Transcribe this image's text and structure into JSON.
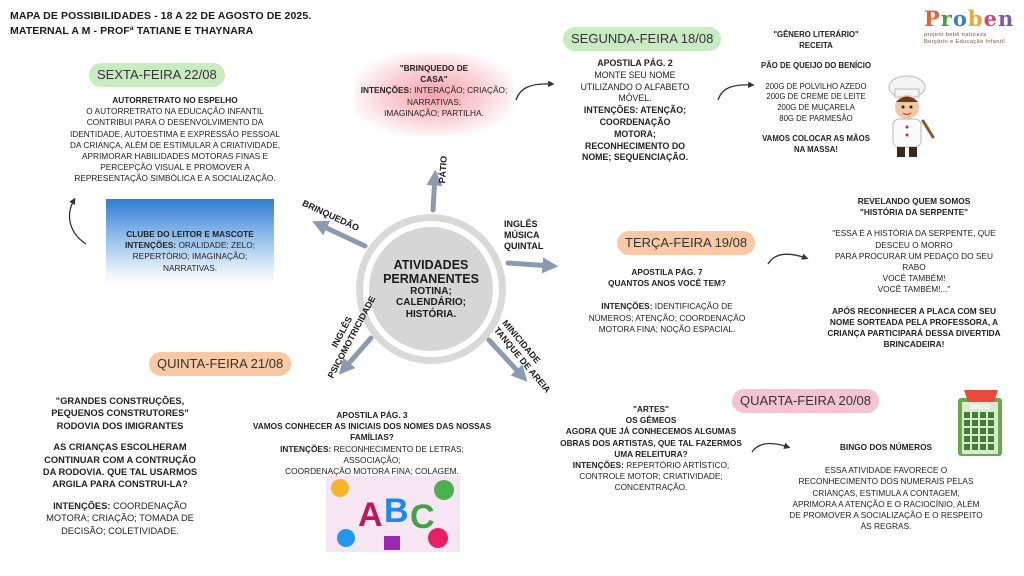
{
  "header": {
    "line1": "MAPA DE POSSIBILIDADES - 18 A 22 DE AGOSTO DE 2025.",
    "line2": "MATERNAL A M - PROFª TATIANE E THAYNARA"
  },
  "logo": {
    "name_parts": [
      "P",
      "r",
      "o",
      "b",
      "e",
      "n"
    ],
    "tagline1": "projeto bebê natureza",
    "tagline2": "Berçário e Educação Infantil",
    "colors": [
      "#e0643a",
      "#4a9a44",
      "#3b7fc4",
      "#e8a83a",
      "#d24b78",
      "#7f58a8"
    ]
  },
  "center": {
    "title1": "ATIVIDADES",
    "title2": "PERMANENTES",
    "sub1": "ROTINA;",
    "sub2": "CALENDÁRIO;",
    "sub3": "HISTÓRIA."
  },
  "spokes": {
    "patio": "PÁTIO",
    "brinquedao": "BRINQUEDÃO",
    "ingles_right1": "INGLÊS",
    "ingles_right2": "MÚSICA",
    "ingles_right3": "QUINTAL",
    "minicidade1": "MINICIDADE",
    "minicidade2": "TANQUE DE AREIA",
    "ingles_left1": "INGLÊS",
    "ingles_left2": "PSICOMOTRICIDADE"
  },
  "days": {
    "sexta": "SEXTA-FEIRA 22/08",
    "segunda": "SEGUNDA-FEIRA 18/08",
    "terca": "TERÇA-FEIRA 19/08",
    "quarta": "QUARTA-FEIRA  20/08",
    "quinta": "QUINTA-FEIRA 21/08"
  },
  "brinquedo_casa": {
    "title1": "\"BRINQUEDO DE",
    "title2": "CASA\"",
    "label": "INTENÇÕES:",
    "l1": " INTERAÇÃO; CRIAÇÃO;",
    "l2": "NARRATIVAS;",
    "l3": "IMAGINAÇÃO; PARTILHA."
  },
  "sexta_block": {
    "title": "AUTORRETRATO NO ESPELHO",
    "lines": [
      "O AUTORRETRATO NA EDUCAÇÃO INFANTIL",
      "CONTRIBUI PARA O DESENVOLVIMENTO DA",
      "IDENTIDADE, AUTOESTIMA E EXPRESSÃO PESSOAL",
      "DA CRIANÇA, ALÉM DE ESTIMULAR A CRIATIVIDADE,",
      "APRIMORAR HABILIDADES MOTORAS FINAS E",
      "PERCEPÇÃO VISUAL E PROMOVER A",
      "REPRESENTAÇÃO SIMBÓLICA E A SOCIALIZAÇÃO."
    ]
  },
  "clube": {
    "title": "CLUBE DO LEITOR E MASCOTE",
    "label": "INTENÇÕES:",
    "l1": " ORALIDADE; ZELO;",
    "l2": "REPERTÓRIO; IMAGINAÇÃO;",
    "l3": "NARRATIVAS."
  },
  "segunda_block": {
    "title": "APOSTILA PÁG. 2",
    "l1": "MONTE SEU NOME",
    "l2": "UTILIZANDO O ALFABETO",
    "l3": "MÓVEL.",
    "b1": "INTENÇÕES: ATENÇÃO;",
    "b2": "COORDENAÇÃO",
    "b3": "MOTORA;",
    "b4": "RECONHECIMENTO DO",
    "b5": "NOME; SEQUENCIAÇÃO."
  },
  "receita": {
    "title1": "\"GÊNERO LITERÁRIO\"",
    "title2": "RECEITA",
    "dish": "PÃO DE QUEIJO DO BENÍCIO",
    "ingredients": [
      "200G DE POLVILHO AZEDO",
      "200G DE CREME DE LEITE",
      "200G DE MUÇARELA",
      "80G DE PARMESÃO"
    ],
    "call1": "VAMOS COLOCAR AS MÃOS",
    "call2": "NA MASSA!"
  },
  "terca_block": {
    "title1": "APOSTILA PÁG. 7",
    "title2": "QUANTOS ANOS VOCÊ TEM?",
    "label": "INTENÇÕES:",
    "l1": " IDENTIFICAÇÃO DE",
    "l2": "NÚMEROS; ATENÇÃO; COORDENAÇÃO",
    "l3": "MOTORA FINA; NOÇÃO ESPACIAL."
  },
  "serpente": {
    "title1": "REVELANDO QUEM SOMOS",
    "title2": "\"HISTÓRIA DA SERPENTE\"",
    "lines": [
      "\"ESSA É A HISTÓRIA DA SERPENTE, QUE",
      "DESCEU O MORRO",
      "PARA PROCURAR UM PEDAÇO DO SEU",
      "RABO",
      "VOCÊ TAMBÉM!",
      "VOCÊ TAMBÉM!...\""
    ],
    "b1": "APÓS RECONHECER A PLACA COM SEU",
    "b2": "NOME SORTEADA PELA PROFESSORA, A",
    "b3": "CRIANÇA PARTICIPARÁ DESSA DIVERTIDA",
    "b4": "BRINCADEIRA!"
  },
  "quinta_block": {
    "t1": "\"GRANDES CONSTRUÇÕES,",
    "t2": "PEQUENOS CONSTRUTORES\"",
    "t3": "RODOVIA DOS IMIGRANTES",
    "p1": "AS CRIANÇAS ESCOLHERAM",
    "p2": "CONTINUAR COM A CONTRUÇÃO",
    "p3": "DA RODOVIA. QUE TAL USARMOS",
    "p4": "ARGILA  PARA CONSTRUI-LA?",
    "label": "INTENÇÕES:",
    "l1": " COORDENAÇÃO",
    "l2": "MOTORA; CRIAÇÃO; TOMADA DE",
    "l3": "DECISÃO; COLETIVIDADE."
  },
  "apostila3": {
    "t1": "APOSTILA PÁG. 3",
    "t2": "VAMOS CONHECER AS INICIAIS DOS NOMES DAS NOSSAS",
    "t3": "FAMÍLIAS?",
    "label": "INTENÇÕES:",
    "l1": "  RECONHECIMENTO DE LETRAS; ASSOCIAÇÃO;",
    "l2": "COORDENAÇÃO MOTORA FINA; COLAGEM.",
    "letters": [
      "A",
      "B",
      "C"
    ]
  },
  "artes": {
    "t1": "\"ARTES\"",
    "t2": "OS GÊMEOS",
    "t3": "AGORA QUE JÁ CONHECEMOS ALGUMAS",
    "t4": "OBRAS DOS ARTISTAS, QUE TAL FAZERMOS",
    "t5": "UMA RELEITURA?",
    "label": "INTENÇÕES:",
    "l1": " REPERTÓRIO ARTÍSTICO;",
    "l2": "CONTROLE MOTOR; CRIATIVIDADE;",
    "l3": "CONCENTRAÇÃO."
  },
  "bingo": {
    "title": "BINGO DOS NÚMEROS",
    "lines": [
      "ESSA ATIVIDADE FAVORECE O",
      "RECONHECIMENTO DOS NUMERAIS PELAS",
      "CRIANÇAS, ESTIMULA A CONTAGEM,",
      "APRIMORA A ATENÇÃO E O RACIOCÍNIO, ALÉM",
      "DE PROMOVER A SOCIALIZAÇÃO E O RESPEITO",
      "ÀS REGRAS."
    ],
    "card_label": "BINGO"
  },
  "colors": {
    "arrow": "#8a9bb0",
    "green_pill": "#c8ebc2",
    "peach_pill": "#f8c9a4",
    "pink_pill": "#f5c3d4"
  }
}
